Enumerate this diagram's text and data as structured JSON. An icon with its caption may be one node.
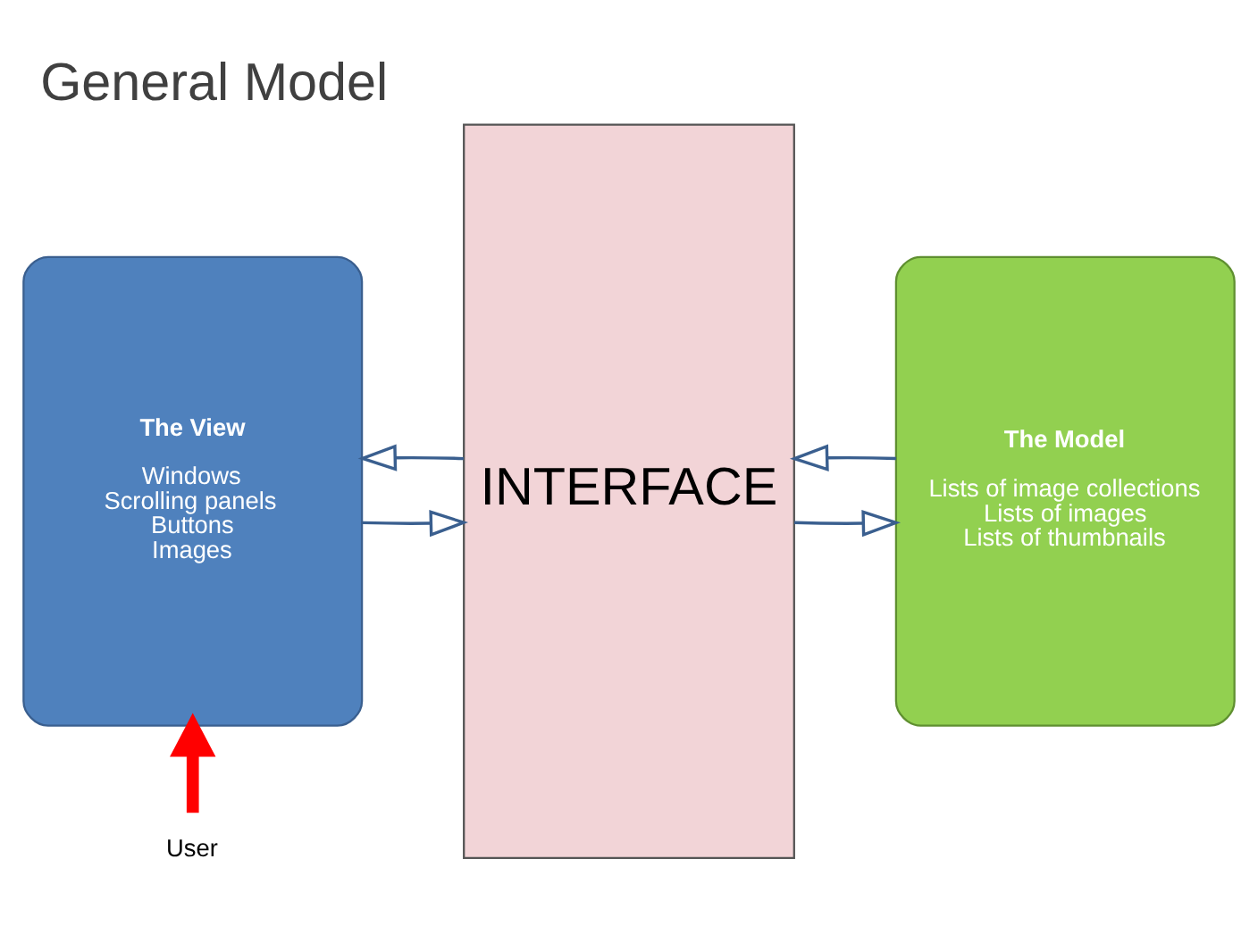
{
  "diagram": {
    "title": "General Model",
    "nodes": [
      {
        "text": [
          "The View",
          "Windows",
          "Scrolling panels",
          "Buttons",
          "Images"
        ]
      },
      {
        "text": [
          "INTERFACE"
        ]
      },
      {
        "text": [
          "The Model",
          "Lists of image collections",
          "Lists of images",
          "Lists of thumbnails"
        ]
      },
      {
        "text": [
          "User"
        ]
      }
    ],
    "edges": [
      {
        "from": 0,
        "to": 1,
        "arrow": "to"
      },
      {
        "from": 1,
        "to": 2,
        "arrow": "to"
      },
      {
        "from": 2,
        "to": 1,
        "arrow": "to"
      },
      {
        "from": 1,
        "to": 0,
        "arrow": "to"
      },
      {
        "from": 3,
        "to": 0,
        "arrow": "to",
        "style": "thick",
        "color": "#ff0000"
      }
    ]
  }
}
